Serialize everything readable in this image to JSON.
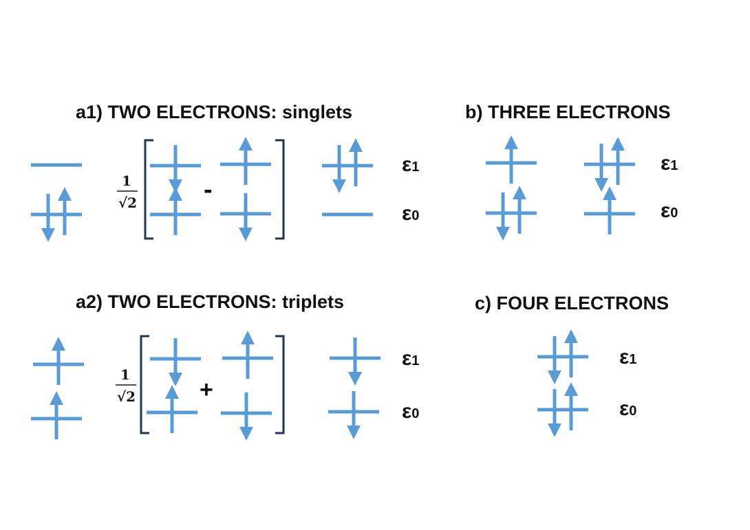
{
  "titles": {
    "a1": "a1) TWO ELECTRONS: singlets",
    "a2": "a2) TWO ELECTRONS: triplets",
    "b": "b) THREE ELECTRONS",
    "c": "c) FOUR ELECTRONS"
  },
  "labels": {
    "epsilon_symbol": "ε",
    "sub_upper": "1",
    "sub_lower": "0",
    "fraction_numerator": "1",
    "fraction_radical": "√",
    "fraction_radicand": "2",
    "minus_sign": "-",
    "plus_sign": "+"
  },
  "colors": {
    "level": "#5b9bd5",
    "text": "#111111",
    "bracket": "#1f3556"
  },
  "spin_legend": {
    "up": "↑",
    "down": "↓"
  }
}
